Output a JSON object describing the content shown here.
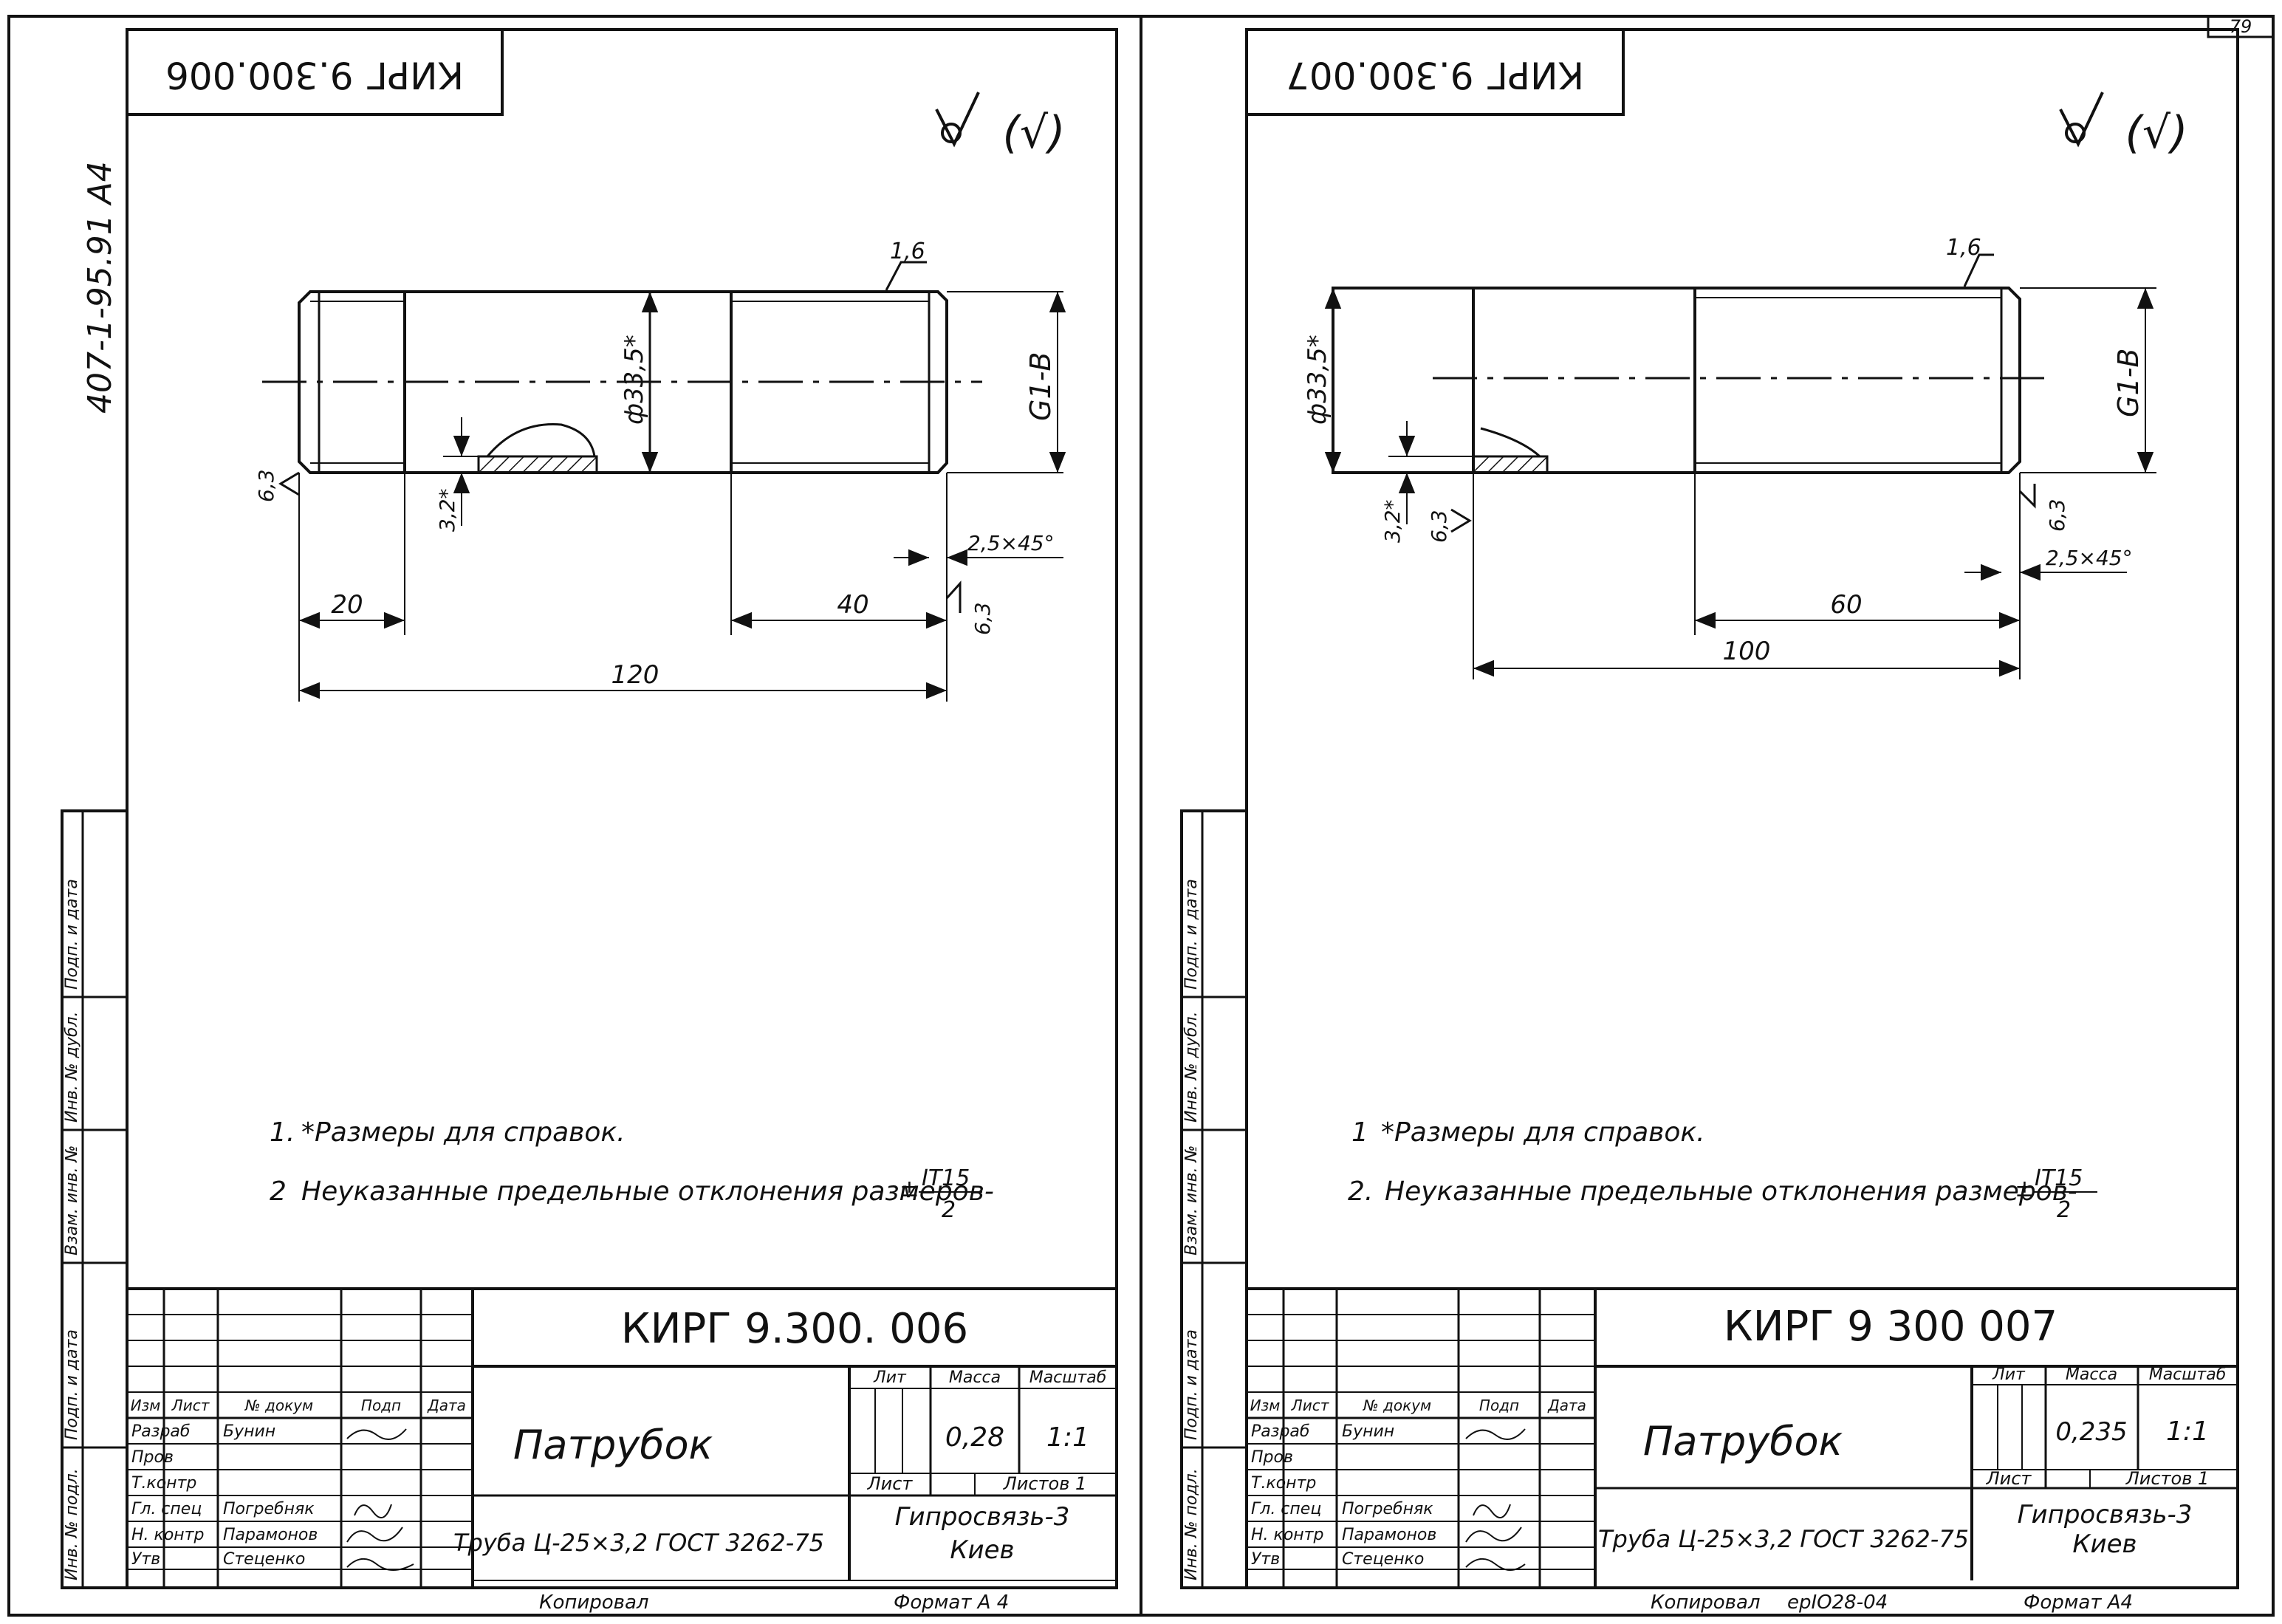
{
  "page_number": "79",
  "series_code": "407-1-95.91 A4",
  "left_strip_labels": [
    "Подп. и дата",
    "Инв. № дубл.",
    "Взам. инв. №",
    "Подп. и дата",
    "Инв. № подл."
  ],
  "surface_roughness_mark": "(√)",
  "sheets": [
    {
      "id": "left",
      "top_stamp": "КИРГ 9.300.006",
      "dimensions": {
        "diameter": "ф33,5*",
        "thread": "G1-B",
        "top_roughness": "1,6",
        "left_roughness": "6,3",
        "wall": "3,2*",
        "chamfer": "2,5×45°",
        "dim_roughness": "6,3",
        "len_small": "20",
        "len_thread": "40",
        "len_total": "120"
      },
      "notes": {
        "n1_num": "1.",
        "n1": "*Размеры для справок.",
        "n2_num": "2",
        "n2": "Неуказанные предельные отклонения размеров-",
        "tol_sign": "±",
        "tol_num": "IT15",
        "tol_den": "2"
      },
      "title_block": {
        "code": "КИРГ 9.300. 006",
        "name": "Патрубок",
        "material": "Труба Ц-25×3,2 ГОСТ 3262-75",
        "org_line1": "Гипросвязь-3",
        "org_line2": "Киев",
        "headers": {
          "lit": "Лит",
          "mass": "Масса",
          "scale": "Масштаб",
          "sheet": "Лист",
          "sheets": "Листов 1"
        },
        "mass": "0,28",
        "scale": "1:1",
        "sig_headers": [
          "Изм",
          "Лист",
          "№ докум",
          "Подп",
          "Дата"
        ],
        "roles": [
          "Разраб",
          "Пров",
          "Т.контр",
          "Гл. спец",
          "Н. контр",
          "Утв"
        ],
        "names": [
          "Бунин",
          "",
          "",
          "Погребняк",
          "Парамонов",
          "Стеценко"
        ],
        "copied": "Копировал",
        "format": "Формат А 4"
      }
    },
    {
      "id": "right",
      "top_stamp": "КИРГ 9.300.007",
      "dimensions": {
        "diameter": "ф33,5*",
        "thread": "G1-B",
        "top_roughness": "1,6",
        "left_roughness": "6,3",
        "wall": "3,2*",
        "chamfer": "2,5×45°",
        "dim_roughness": "6,3",
        "len_thread": "60",
        "len_total": "100"
      },
      "notes": {
        "n1_num": "1",
        "n1": "*Размеры для справок.",
        "n2_num": "2.",
        "n2": "Неуказанные предельные отклонения размеров-",
        "tol_sign": "±",
        "tol_num": "IT15",
        "tol_den": "2"
      },
      "title_block": {
        "code": "КИРГ 9 300 007",
        "name": "Патрубок",
        "material": "Труба Ц-25×3,2 ГОСТ 3262-75",
        "org_line1": "Гипросвязь-3",
        "org_line2": "Киев",
        "headers": {
          "lit": "Лит",
          "mass": "Масса",
          "scale": "Масштаб",
          "sheet": "Лист",
          "sheets": "Листов 1"
        },
        "mass": "0,235",
        "scale": "1:1",
        "sig_headers": [
          "Изм",
          "Лист",
          "№ докум",
          "Подп",
          "Дата"
        ],
        "roles": [
          "Разраб",
          "Пров",
          "Т.контр",
          "Гл. спец",
          "Н. контр",
          "Утв"
        ],
        "names": [
          "Бунин",
          "",
          "",
          "Погребняк",
          "Парамонов",
          "Стеценко"
        ],
        "copied": "Копировал",
        "copied_extra": "ерIO28-04",
        "format": "Формат А4"
      }
    }
  ]
}
